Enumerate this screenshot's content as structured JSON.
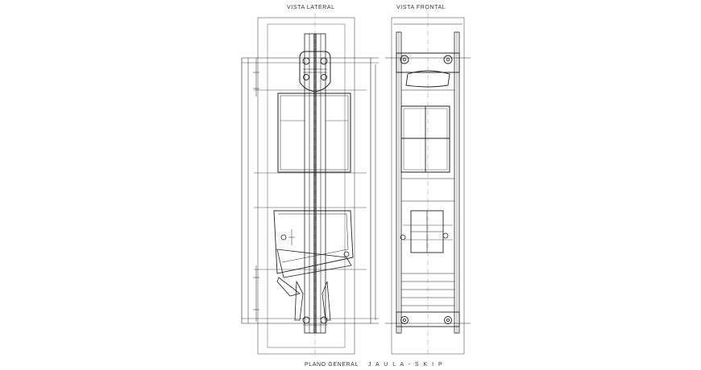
{
  "labels": {
    "lateral_view": "VISTA LATERAL",
    "frontal_view": "VISTA FRONTAL",
    "plan_prefix": "PLANO GENERAL",
    "plan_name": "J A U L A - S K I P"
  },
  "colors": {
    "background": "#ffffff",
    "line": "#222222",
    "line_light": "#777777",
    "text": "#333333"
  }
}
